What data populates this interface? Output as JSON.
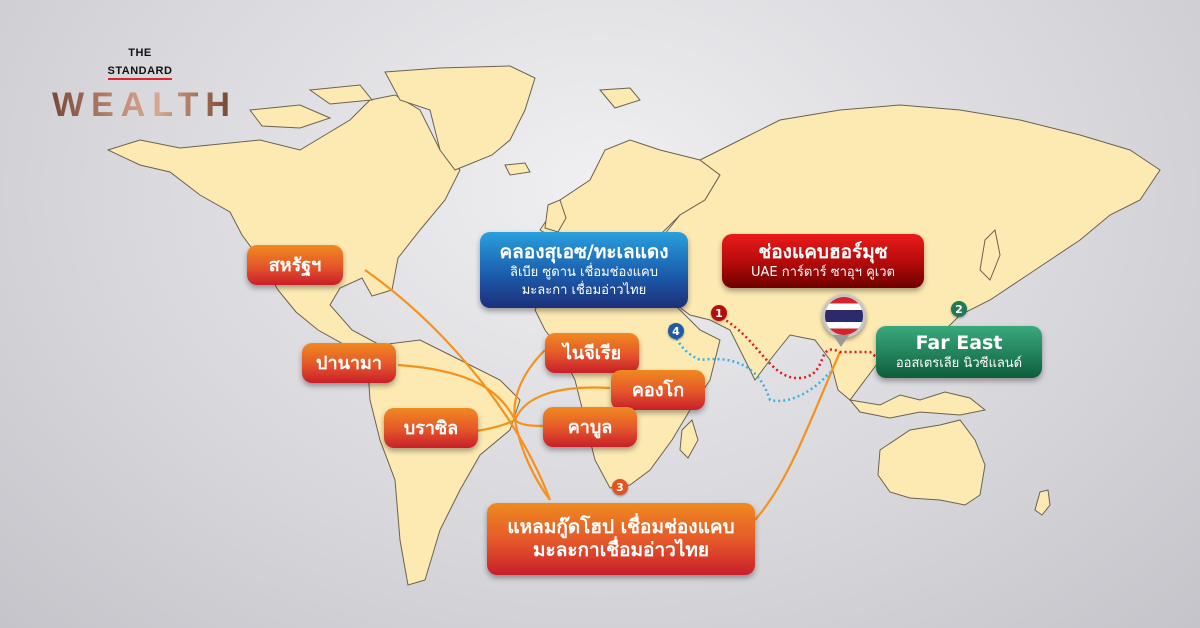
{
  "brand": {
    "top_line": "THE",
    "mid_line": "STANDARD",
    "name": "WEALTH"
  },
  "colors": {
    "orange_route": "#f5921e",
    "red_route": "#e8141c",
    "blue_route": "#3ab0e6",
    "land": "#fdeab3",
    "background": "#d9d9de"
  },
  "routes": {
    "suez": {
      "title": "คลองสุเอซ/ทะเลแดง",
      "line1": "ลิเบีย ซูดาน เชื่อมช่องแคบ",
      "line2": "มะละกา เชื่อมอ่าวไทย",
      "marker": "4"
    },
    "hormuz": {
      "title": "ช่องแคบฮอร์มุซ",
      "subtitle": "UAE การ์ตาร์ ซาอุฯ คูเวต",
      "marker": "1"
    },
    "far_east": {
      "title": "Far East",
      "subtitle": "ออสเตรเลีย นิวซีแลนด์",
      "marker": "2"
    },
    "cape": {
      "line1": "แหลมกู๊ดโฮป เชื่อมช่องแคบ",
      "line2": "มะละกาเชื่อมอ่าวไทย",
      "marker": "3"
    }
  },
  "origins": [
    {
      "label": "สหรัฐฯ"
    },
    {
      "label": "ปานามา"
    },
    {
      "label": "บราซิล"
    },
    {
      "label": "ไนจีเรีย"
    },
    {
      "label": "คองโก"
    },
    {
      "label": "คาบูล"
    }
  ],
  "destination": {
    "flag": "thailand-flag"
  }
}
